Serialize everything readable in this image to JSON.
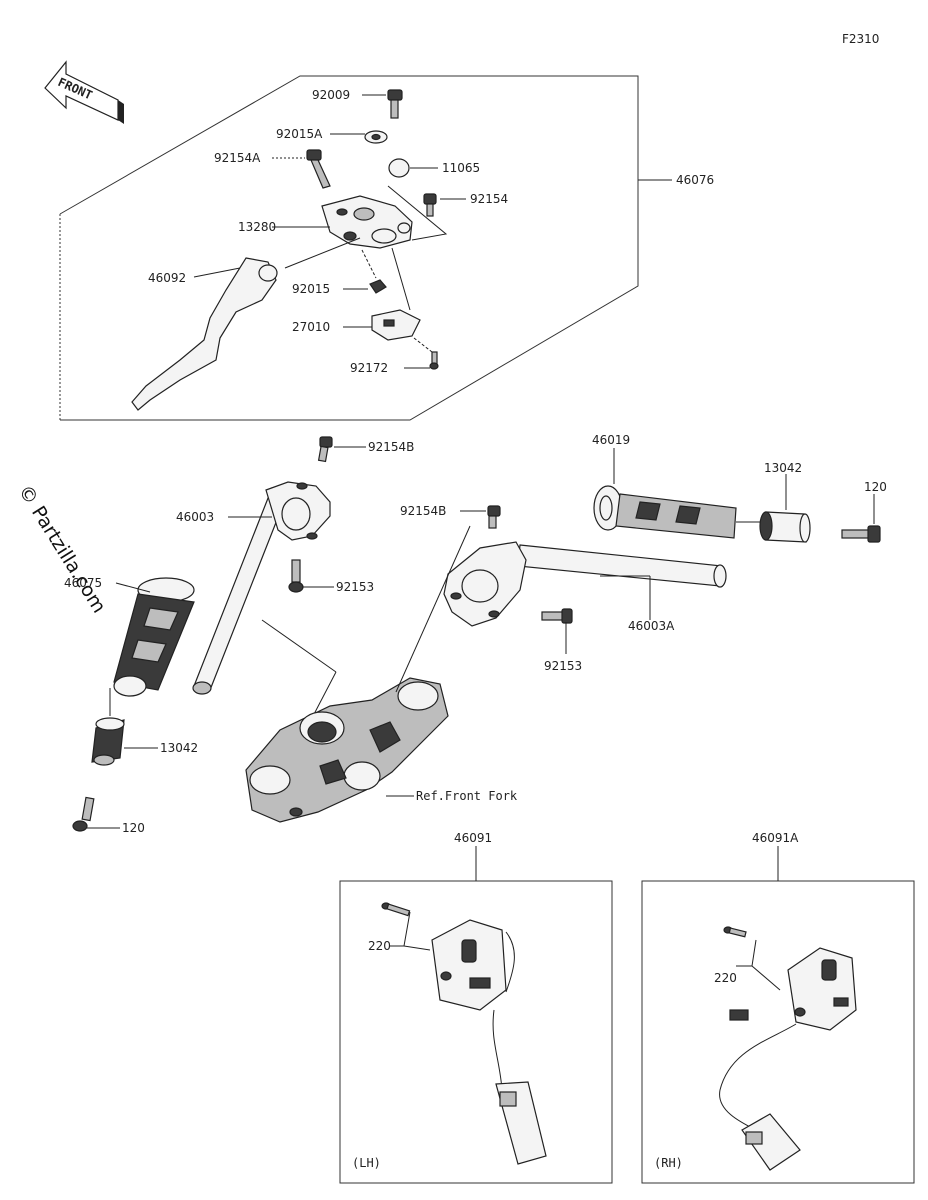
{
  "figure_code": "F2310",
  "front_arrow": "FRONT",
  "watermark": "© Partzilla.com",
  "labels": {
    "p92009": "92009",
    "p92015A": "92015A",
    "p92154A": "92154A",
    "p11065": "11065",
    "p92154": "92154",
    "p46076": "46076",
    "p13280": "13280",
    "p46092": "46092",
    "p92015": "92015",
    "p27010": "27010",
    "p92172": "92172",
    "p92154B_1": "92154B",
    "p46019": "46019",
    "p13042_1": "13042",
    "p120_1": "120",
    "p46003": "46003",
    "p92154B_2": "92154B",
    "p46075": "46075",
    "p92153_1": "92153",
    "p46003A": "46003A",
    "p92153_2": "92153",
    "p13042_2": "13042",
    "p120_2": "120",
    "ref_front_fork": "Ref.Front Fork",
    "p46091": "46091",
    "p46091A": "46091A",
    "p220_1": "220",
    "p220_2": "220",
    "lh": "(LH)",
    "rh": "(RH)"
  },
  "icons": [
    "front-arrow-icon",
    "bolt-icon",
    "washer-icon",
    "cap-icon",
    "lever-icon",
    "clamp-icon",
    "grip-icon",
    "bar-end-weight-icon",
    "handlebar-icon",
    "triple-clamp-icon",
    "switch-housing-icon",
    "connector-icon"
  ]
}
